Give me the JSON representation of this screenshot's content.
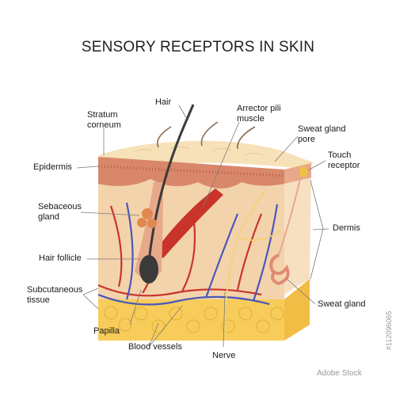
{
  "title": "SENSORY RECEPTORS IN SKIN",
  "labels": {
    "hair": "Hair",
    "stratum_corneum": "Stratum\ncorneum",
    "arrector_pili": "Arrector pili\nmuscle",
    "sweat_gland_pore": "Sweat gland\npore",
    "touch_receptor": "Touch\nreceptor",
    "epidermis": "Epidermis",
    "sebaceous_gland": "Sebaceous\ngland",
    "dermis": "Dermis",
    "hair_follicle": "Hair follicle",
    "subcutaneous_tissue": "Subcutaneous\ntissue",
    "sweat_gland": "Sweat gland",
    "papilla": "Papilla",
    "blood_vessels": "Blood vessels",
    "nerve": "Nerve"
  },
  "watermark": {
    "side_id": "#112096065",
    "brand": "Adobe Stock"
  },
  "colors": {
    "skin_top": "#f6e1b8",
    "epidermis": "#d9876a",
    "dermis": "#f3d3ac",
    "fat": "#f7cc5a",
    "vessel_red": "#c9342a",
    "vessel_blue": "#4a56b8",
    "hair": "#3a3a3a",
    "line": "#7a7a7a"
  }
}
